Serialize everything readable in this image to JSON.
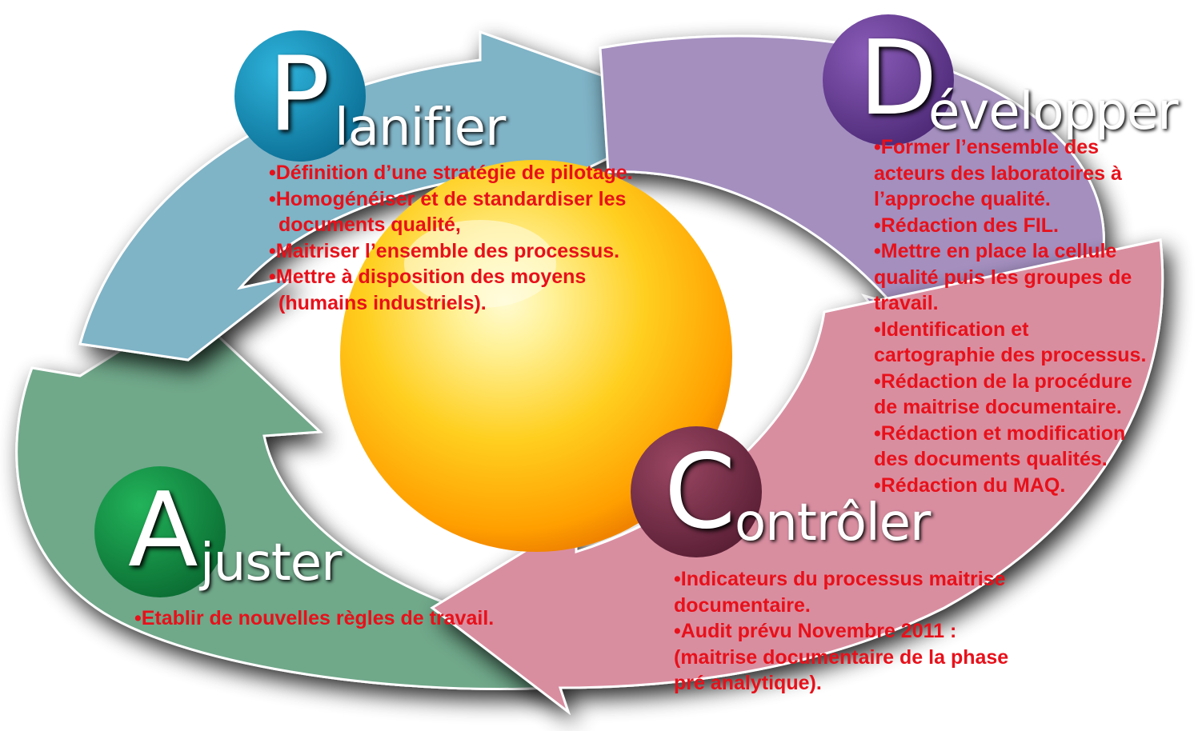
{
  "phases": {
    "planifier": {
      "letter": "P",
      "title": "lanifier",
      "color": "#7fb3c6",
      "circle": "#1a8fb5",
      "bullets": [
        "•Définition d’une stratégie de pilotage.",
        "•Homogénéiser et de standardiser les",
        "documents qualité,",
        "•Maitriser l’ensemble des processus.",
        "•Mettre à disposition des moyens",
        "(humains industriels)."
      ]
    },
    "developper": {
      "letter": "D",
      "title": "évelopper",
      "color": "#a48fbf",
      "circle": "#6a3f95",
      "bullets": [
        "•Former l’ensemble des",
        "acteurs des laboratoires à",
        "l’approche qualité.",
        "•Rédaction des FIL.",
        "•Mettre en place la cellule",
        "qualité puis les groupes de",
        "travail.",
        "•Identification et",
        "cartographie des processus.",
        "•Rédaction de la procédure",
        "de maitrise documentaire.",
        "•Rédaction et modification",
        "des documents qualités.",
        "•Rédaction du MAQ."
      ]
    },
    "controler": {
      "letter": "C",
      "title": "ontrôler",
      "color": "#d98ea0",
      "circle": "#7a2f4a",
      "bullets": [
        "•Indicateurs du processus maitrise",
        "documentaire.",
        "•Audit prévu Novembre 2011 :",
        "(maitrise documentaire de la phase",
        "pré analytique)."
      ]
    },
    "ajuster": {
      "letter": "A",
      "title": "juster",
      "color": "#6fa88a",
      "circle": "#159046",
      "bullets": [
        "•Etablir de nouvelles règles de travail."
      ]
    }
  },
  "colors": {
    "text_red": "#e8101a",
    "sphere_light": "#fff7a8",
    "sphere_mid": "#ffd21f",
    "sphere_dark": "#ff9a00"
  }
}
